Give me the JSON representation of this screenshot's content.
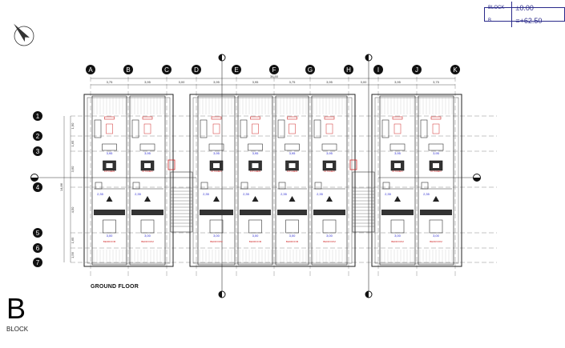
{
  "header": {
    "block_label": "BLOCK B",
    "elevation": "±0.00 =+62.50"
  },
  "drawing": {
    "title": "GROUND FLOOR",
    "block_letter": "B",
    "block_word": "BLOCK",
    "total_width_dim": "36,50",
    "grid_columns": [
      "A",
      "B",
      "C",
      "D",
      "E",
      "F",
      "G",
      "H",
      "I",
      "J",
      "K"
    ],
    "column_dims": [
      "3,75",
      "3,95",
      "3,00",
      "3,95",
      "3,95",
      "3,75",
      "3,95",
      "3,00",
      "3,95",
      "3,75"
    ],
    "grid_rows": [
      "1",
      "2",
      "3",
      "4",
      "5",
      "6",
      "7"
    ],
    "row_dims": [
      "1,90",
      "1,65",
      "3,60",
      "4,50",
      "1,65",
      "1,56"
    ],
    "total_depth_dim": "14,86",
    "accent_colors": {
      "dimensions": "#2a2ad0",
      "labels": "#d02a2a",
      "lines": "#222222"
    }
  }
}
